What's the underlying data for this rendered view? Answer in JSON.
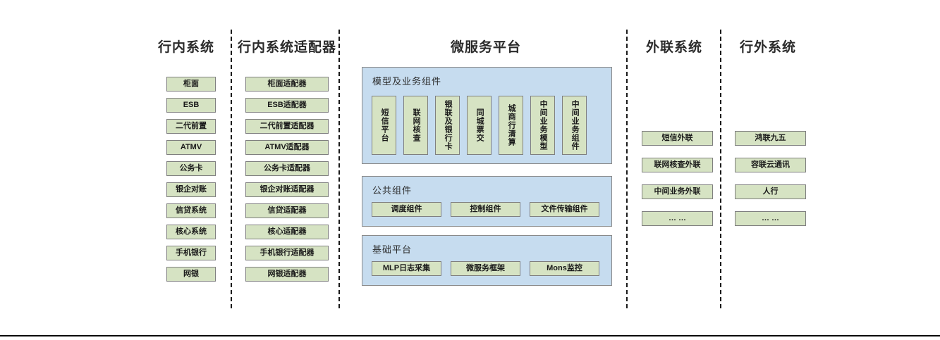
{
  "diagram": {
    "columns": [
      {
        "id": "inner-systems",
        "title": "行内系统",
        "items": [
          "柜面",
          "ESB",
          "二代前置",
          "ATMV",
          "公务卡",
          "银企对账",
          "信贷系统",
          "核心系统",
          "手机银行",
          "网银"
        ]
      },
      {
        "id": "inner-system-adapters",
        "title": "行内系统适配器",
        "items": [
          "柜面适配器",
          "ESB适配器",
          "二代前置适配器",
          "ATMV适配器",
          "公务卡适配器",
          "银企对账适配器",
          "信贷适配器",
          "核心适配器",
          "手机银行适配器",
          "网银适配器"
        ]
      },
      {
        "id": "external-link-systems",
        "title": "外联系统",
        "items": [
          "短信外联",
          "联网核查外联",
          "中间业务外联",
          "… …"
        ]
      },
      {
        "id": "outside-bank-systems",
        "title": "行外系统",
        "items": [
          "鸿联九五",
          "容联云通讯",
          "人行",
          "… …"
        ]
      }
    ],
    "platform": {
      "title": "微服务平台",
      "panels": [
        {
          "id": "model-business-components",
          "title": "模型及业务组件",
          "orientation": "vertical",
          "items": [
            "短信平台",
            "联网核查",
            "银联及银行卡",
            "同城票交",
            "城商行清算",
            "中间业务模型",
            "中间业务组件"
          ]
        },
        {
          "id": "public-components",
          "title": "公共组件",
          "orientation": "horizontal",
          "items": [
            "调度组件",
            "控制组件",
            "文件传输组件"
          ]
        },
        {
          "id": "base-platform",
          "title": "基础平台",
          "orientation": "horizontal",
          "items": [
            "MLP日志采集",
            "微服务框架",
            "Mons监控"
          ]
        }
      ]
    },
    "colors": {
      "node_fill": "#d6e3c3",
      "node_border": "#7f7f7f",
      "panel_fill": "#c6dcef",
      "panel_border": "#8a8a8a",
      "divider": "#1a1a1a",
      "text": "#1a1a1a"
    }
  }
}
